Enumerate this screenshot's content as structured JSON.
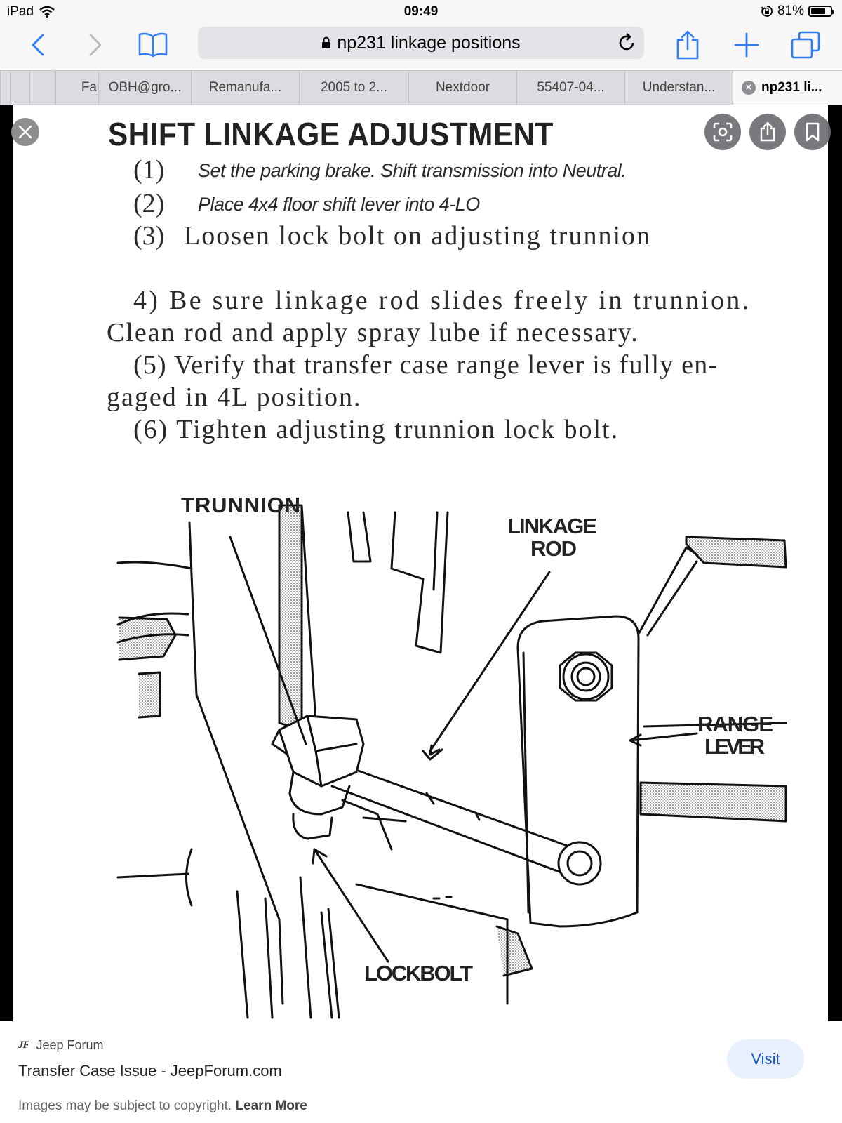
{
  "status_bar": {
    "device": "iPad",
    "time": "09:49",
    "battery_percent": "81%",
    "battery_level": 0.81
  },
  "toolbar": {
    "url_text": "np231  linkage positions"
  },
  "tabs": [
    {
      "label": "Fa"
    },
    {
      "label": "OBH@gro..."
    },
    {
      "label": "Remanufa..."
    },
    {
      "label": "2005 to 2..."
    },
    {
      "label": "Nextdoor"
    },
    {
      "label": "55407-04..."
    },
    {
      "label": "Understan..."
    },
    {
      "label": "np231 li..."
    }
  ],
  "document": {
    "title": "SHIFT LINKAGE ADJUSTMENT",
    "steps": [
      {
        "num": "(1)",
        "text": "Set the parking brake.  Shift transmission into Neutral."
      },
      {
        "num": "(2)",
        "text": "Place 4x4 floor shift lever into 4-LO"
      },
      {
        "num": "(3)",
        "text": "Loosen lock bolt on adjusting trunnion"
      }
    ],
    "para_lines": [
      "4) Be sure linkage rod slides freely in trunnion.",
      "Clean rod and apply spray lube if necessary.",
      "(5) Verify that transfer case range lever is fully en-",
      "gaged in 4L position.",
      "(6) Tighten adjusting trunnion lock bolt."
    ],
    "labels": {
      "trunnion": "TRUNNION",
      "linkage_rod_1": "LINKAGE",
      "linkage_rod_2": "ROD",
      "range_lever_1": "RANGE",
      "range_lever_2": "LEVER",
      "lockbolt": "LOCKBOLT"
    }
  },
  "bottom": {
    "source_logo": "JF",
    "source_name": "Jeep Forum",
    "page_title": "Transfer Case Issue - JeepForum.com",
    "copyright_text": "Images may be subject to copyright.",
    "learn_more": "Learn More",
    "visit_label": "Visit"
  }
}
